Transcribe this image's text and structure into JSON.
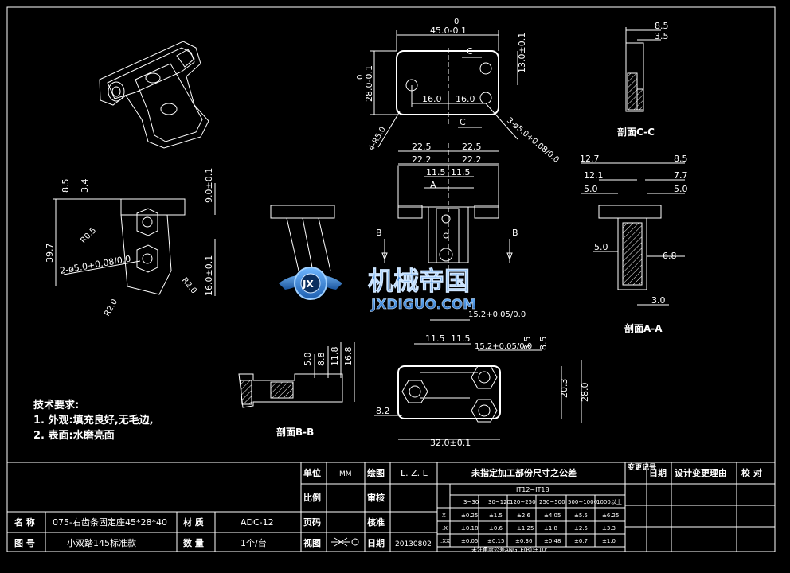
{
  "drawing": {
    "top_view_dims": [
      "0",
      "45.0-0.1",
      "0",
      "28.0-0.1",
      "13.0±0.1",
      "16.0",
      "16.0",
      "3-ø5.0+0.08/0.0",
      "4-R5.0"
    ],
    "section_cc": {
      "dims": [
        "8.5",
        "3.5"
      ],
      "label": "剖面C-C"
    },
    "front_view_dims": [
      "22.5",
      "22.5",
      "22.2",
      "22.2",
      "11.5",
      "11.5",
      "A",
      "B",
      "B",
      "15.2+0.05/0.0"
    ],
    "left_view_dims": [
      "8.5",
      "3.4",
      "9.0±0.1",
      "R0.5",
      "39.7",
      "2-ø5.0+0.08/0.0",
      "16.0±0.1",
      "R2.0",
      "R2.0"
    ],
    "section_aa": {
      "dims": [
        "12.7",
        "8.5",
        "12.1",
        "7.7",
        "5.0",
        "5.0",
        "5.0",
        "6.8",
        "3.0"
      ],
      "label": "剖面A-A"
    },
    "section_bb": {
      "dims": [
        "5.0",
        "8.8",
        "11.8",
        "16.8"
      ],
      "label": "剖面B-B"
    },
    "bottom_view_dims": [
      "11.5",
      "11.5",
      "15.2+0.05/0.0",
      "3.5",
      "8.5",
      "20.3",
      "28.0",
      "8.2",
      "32.0±0.1"
    ],
    "section_label_c": "C",
    "section_label_a": "A"
  },
  "watermark": {
    "title": "机械帝国",
    "url": "JXDIGUO.COM",
    "badge": "JX"
  },
  "notes": {
    "heading": "技术要求:",
    "items": [
      "1.  外观:填充良好,无毛边,",
      "2.  表面:水磨亮面"
    ]
  },
  "title_block": {
    "name_label": "名  称",
    "name_value": "075-右齿条固定座45*28*40",
    "material_label": "材  质",
    "material_value": "ADC-12",
    "drawing_no_label": "图  号",
    "drawing_no_value": "小双踏145标准款",
    "qty_label": "数  量",
    "qty_value": "1个/台",
    "unit_label": "单位",
    "unit_value": "MM",
    "drawn_label": "绘图",
    "drawn_value": "L. Z. L",
    "scale_label": "比例",
    "review_label": "审核",
    "page_label": "页码",
    "approve_label": "核准",
    "view_label": "视图",
    "date_label": "日期",
    "date_value": "20130802",
    "tolerance_title": "未指定加工部份尺寸之公差",
    "tolerance_grade": "IT12~IT18",
    "tolerance_ranges": [
      "3~30",
      "30~120",
      "120~250",
      "250~500",
      "500~1000",
      "1000以上"
    ],
    "tolerance_rows": [
      {
        "label": "X",
        "values": [
          "±0.25",
          "±1.5",
          "±2.6",
          "±4.05",
          "±5.5",
          "±6.25"
        ]
      },
      {
        "label": ".X",
        "values": [
          "±0.18",
          "±0.6",
          "±1.25",
          "±1.8",
          "±2.5",
          "±3.3"
        ]
      },
      {
        "label": ".XX",
        "values": [
          "±0.05",
          "±0.15",
          "±0.36",
          "±0.48",
          "±0.7",
          "±1.0"
        ]
      }
    ],
    "angle_note": "未注角度公差ANGLE(R):±10'",
    "rev_mark_label": "变更记号",
    "rev_date_label": "日期",
    "rev_reason_label": "设计变更理由",
    "check_label": "校  对"
  },
  "colors": {
    "accent_blue": "#2f7fd8",
    "line": "#ffffff",
    "background": "#000000"
  }
}
